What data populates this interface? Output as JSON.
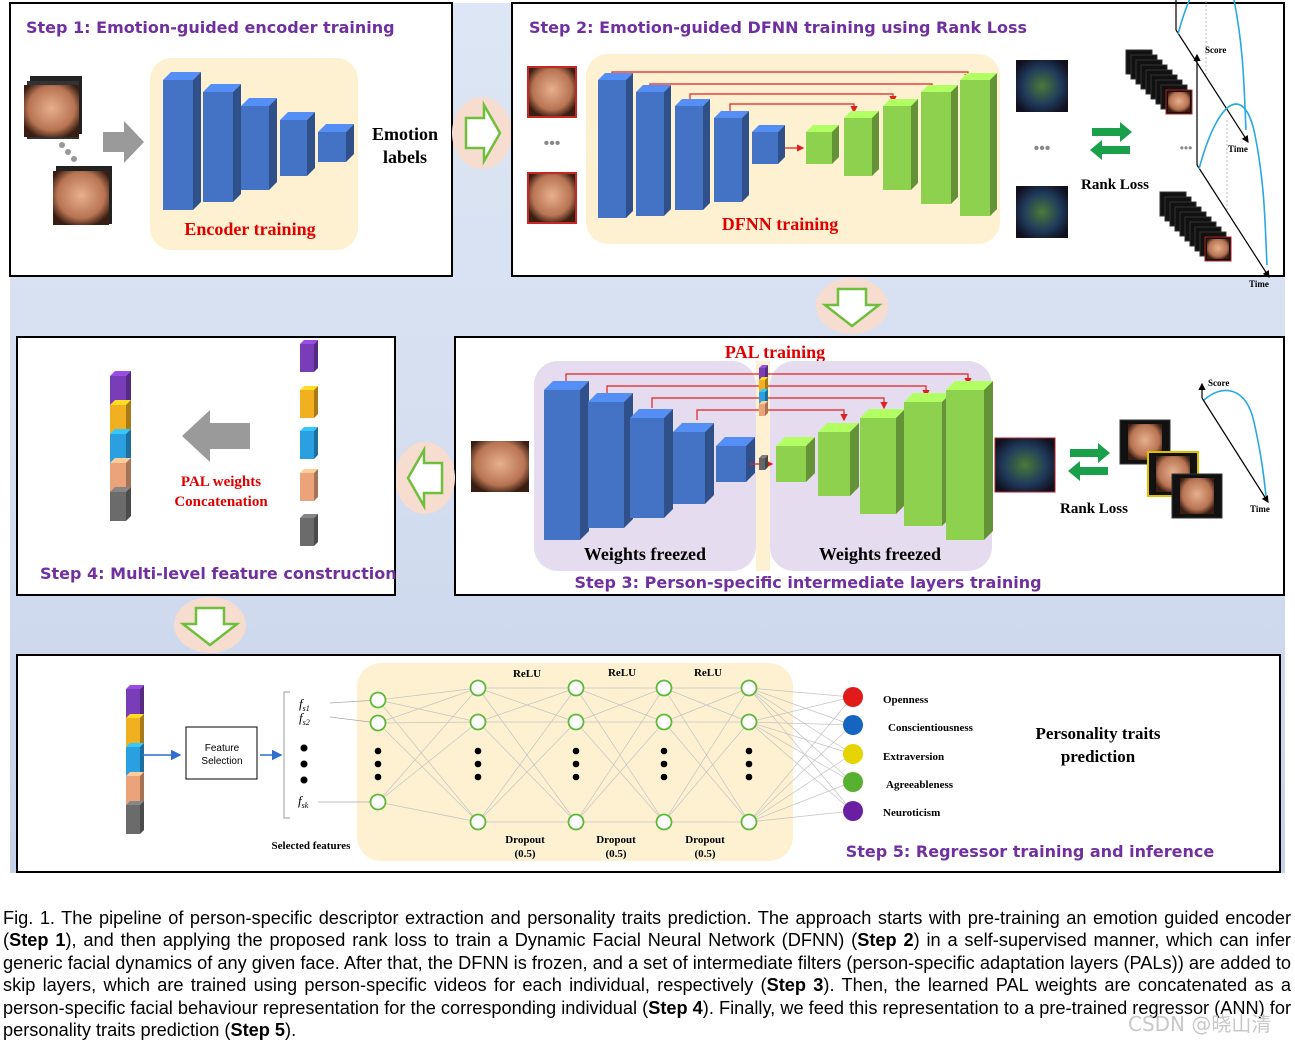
{
  "step1": {
    "title": "Step 1: Emotion-guided encoder training",
    "block_label": "Encoder training",
    "emotion_labels": [
      "Emotion",
      "labels"
    ]
  },
  "step2": {
    "title": "Step 2: Emotion-guided DFNN training using Rank Loss",
    "block_label": "DFNN training",
    "rank_loss": "Rank Loss",
    "ellipsis": "•••"
  },
  "step3": {
    "title": "Step 3: Person-specific intermediate layers training",
    "pal_training": "PAL training",
    "weights_left": "Weights freezed",
    "weights_right": "Weights freezed",
    "rank_loss": "Rank Loss"
  },
  "step4": {
    "title": "Step 4: Multi-level feature construction",
    "pal_label": [
      "PAL weights",
      "Concatenation"
    ]
  },
  "step5": {
    "title": "Step 5: Regressor training and inference",
    "feature_selection": [
      "Feature",
      "Selection"
    ],
    "selected_features": "Selected features",
    "features": [
      "fs1",
      "fs2",
      "fsk"
    ],
    "relu": [
      "ReLU",
      "ReLU",
      "ReLU"
    ],
    "dropout": [
      "Dropout",
      "Dropout",
      "Dropout"
    ],
    "dropout_rate": [
      "(0.5)",
      "(0.5)",
      "(0.5)"
    ],
    "traits": [
      "Openness",
      "Conscientiousness",
      "Extraversion",
      "Agreeableness",
      "Neuroticism"
    ],
    "prediction": [
      "Personality traits",
      "prediction"
    ]
  },
  "plot": {
    "score": "Score",
    "time": "Time"
  },
  "caption": {
    "p1": "Fig. 1. The pipeline of person-specific descriptor extraction and personality traits prediction. The approach starts with pre-training an emotion guided encoder (",
    "s1": "Step 1",
    "p2": "), and then applying the proposed rank loss to train a Dynamic Facial Neural Network (DFNN) (",
    "s2": "Step 2",
    "p3": ") in a self-supervised manner, which can infer generic facial dynamics of any given face. After that, the DFNN is frozen, and a set of intermediate filters (person-specific adaptation layers (PALs)) are added to skip layers, which are trained using person-specific videos for each individual, respectively (",
    "s3": "Step 3",
    "p4": "). Then, the learned PAL weights are concatenated as a person-specific facial behaviour representation for the corresponding individual (",
    "s4": "Step 4",
    "p5": "). Finally, we feed this representation to a pre-trained regressor (ANN) for personality traits prediction (",
    "s5": "Step 5",
    "p6": ")."
  },
  "watermark": "CSDN @晓山清",
  "colors": {
    "blue_block": "#4472c4",
    "green_block": "#8ed14f",
    "step_title": "#7030a0",
    "red_label": "#e00000",
    "panel_bg": "#fdf1d2",
    "lavender": "#e6dcf0"
  }
}
